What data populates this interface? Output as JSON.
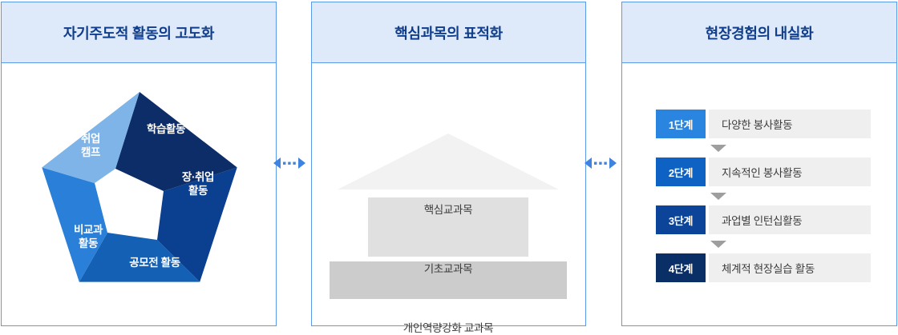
{
  "panels": [
    {
      "id": "self-directed",
      "title": "자기주도적 활동의 고도화",
      "pentagon": {
        "segments": [
          {
            "key": "top",
            "label": "학습활동",
            "color": "#0d2d68"
          },
          {
            "key": "right",
            "label": "장·취업\n활동",
            "color": "#0b3f8f"
          },
          {
            "key": "bottom-right",
            "label": "공모전 활동",
            "color": "#1360b4"
          },
          {
            "key": "bottom-left",
            "label": "비교과\n활동",
            "color": "#2a7fd8"
          },
          {
            "key": "top-left",
            "label": "취업\n캠프",
            "color": "#7fb4e8"
          }
        ]
      }
    },
    {
      "id": "core-subjects",
      "title": "핵심과목의 표적화",
      "pyramid": {
        "levels": [
          {
            "key": "roof",
            "label": "핵심교과목",
            "shape": "triangle",
            "color": "#f2f2f2"
          },
          {
            "key": "middle",
            "label": "기초교과목",
            "shape": "rect",
            "color": "#e0e0e0"
          },
          {
            "key": "base",
            "label": "개인역량강화 교과목",
            "shape": "rect",
            "color": "#cccccc"
          }
        ]
      }
    },
    {
      "id": "field-experience",
      "title": "현장경험의 내실화",
      "steps": [
        {
          "badge": "1단계",
          "label": "다양한 봉사활동",
          "color": "#2a85e0"
        },
        {
          "badge": "2단계",
          "label": "지속적인 봉사활동",
          "color": "#0d62c4"
        },
        {
          "badge": "3단계",
          "label": "과업별 인턴십활동",
          "color": "#0b4499"
        },
        {
          "badge": "4단계",
          "label": "체계적 현장실습 활동",
          "color": "#0a2f66"
        }
      ],
      "arrow_color": "#9e9e9e"
    }
  ],
  "connectors": [
    {
      "id": "connector-1",
      "style": "dotted-double-arrow",
      "color": "#3f83e0"
    },
    {
      "id": "connector-2",
      "style": "dotted-double-arrow",
      "color": "#3f83e0"
    }
  ],
  "colors": {
    "panel_border": "#5a9ae8",
    "panel_header_bg": "#deeafa",
    "panel_header_text": "#103e8c",
    "body_text": "#3c3c3c",
    "step_text_bg": "#efefef"
  }
}
